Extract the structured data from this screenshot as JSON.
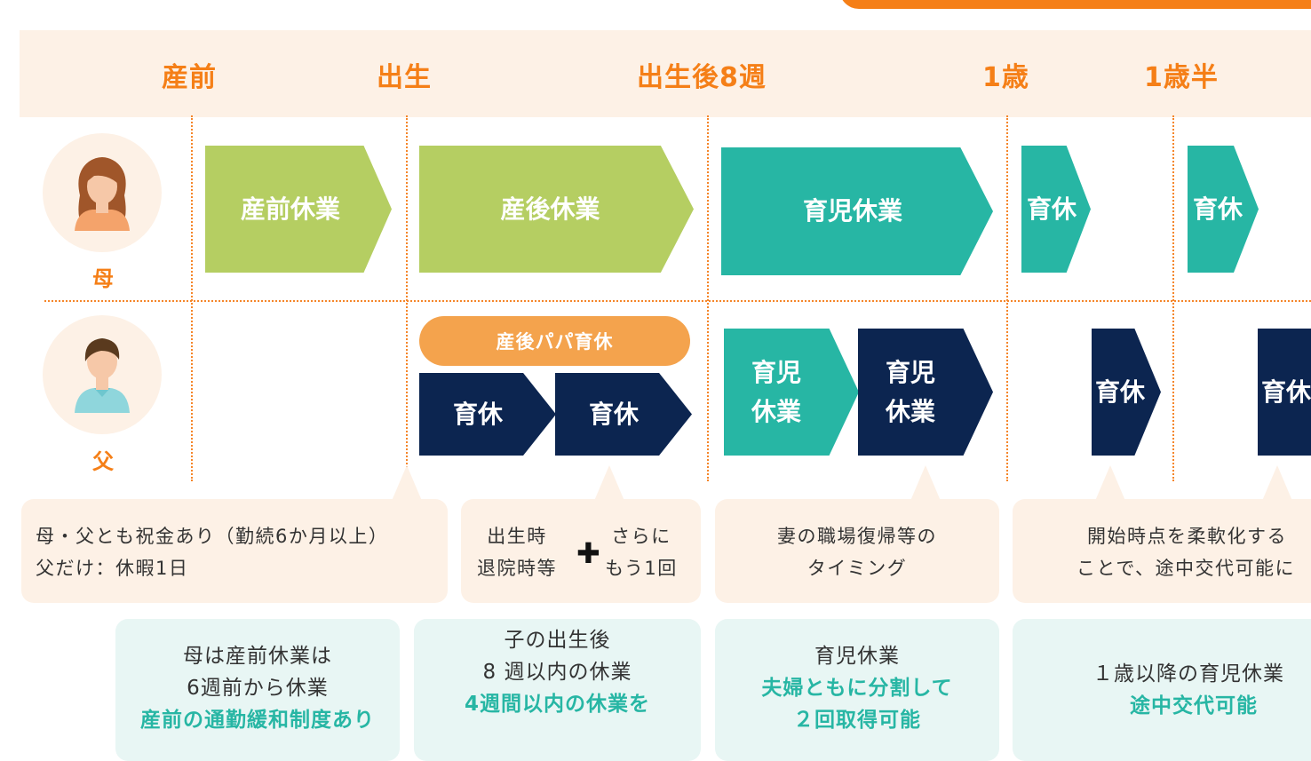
{
  "timeline": {
    "labels": [
      "産前",
      "出生",
      "出生後8週",
      "1歳",
      "1歳半"
    ]
  },
  "roles": {
    "mother": "母",
    "father": "父"
  },
  "mother_bars": {
    "prenatal": "産前休業",
    "postnatal": "産後休業",
    "childcare": "育児休業",
    "leave1": "育休",
    "leave2": "育休"
  },
  "father_bars": {
    "papa_pill": "産後パパ育休",
    "leave1": "育休",
    "leave2": "育休",
    "childcare1": [
      "育児",
      "休業"
    ],
    "childcare2": [
      "育児",
      "休業"
    ],
    "leave3": "育休",
    "leave4": "育休"
  },
  "notes": {
    "note1": [
      "母・父とも祝金あり（勤続6か月以上）",
      "父だけ：休暇1日"
    ],
    "note2_left": [
      "出生時",
      "退院時等"
    ],
    "note2_right": [
      "さらに",
      "もう1回"
    ],
    "note3": [
      "妻の職場復帰等の",
      "タイミング"
    ],
    "note4": [
      "開始時点を柔軟化する",
      "ことで、途中交代可能に"
    ]
  },
  "info": {
    "info1": [
      "母は産前休業は",
      "6週前から休業",
      "産前の通勤緩和制度あり"
    ],
    "info2": [
      "子の出生後",
      "8 週以内の休業",
      "4週間以内の休業を"
    ],
    "info3": [
      "育児休業",
      "夫婦ともに分割して",
      "２回取得可能"
    ],
    "info4": [
      "１歳以降の育児休業",
      "途中交代可能"
    ]
  },
  "colors": {
    "orange": "#f57f17",
    "green": "#b5ce62",
    "teal": "#27b6a4",
    "navy": "#0c2550",
    "beige": "#fdf1e6",
    "pill": "#f4a34d"
  },
  "icons": {
    "mother": "woman-avatar-icon",
    "father": "man-avatar-icon",
    "plus": "plus-icon"
  }
}
